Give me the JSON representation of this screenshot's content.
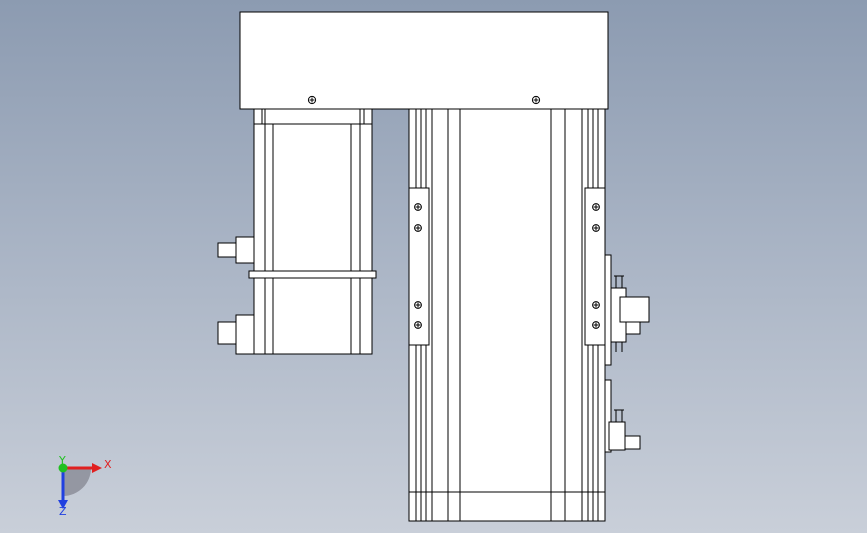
{
  "view": {
    "background_top": "#8c9bb1",
    "background_bottom": "#c9cfd9",
    "part_fill": "#ffffff",
    "line_color": "#000000"
  },
  "triad": {
    "x_label": "X",
    "y_label": "Y",
    "z_label": "Z",
    "x_color": "#e02020",
    "y_color": "#20c020",
    "z_color": "#2040e0"
  }
}
